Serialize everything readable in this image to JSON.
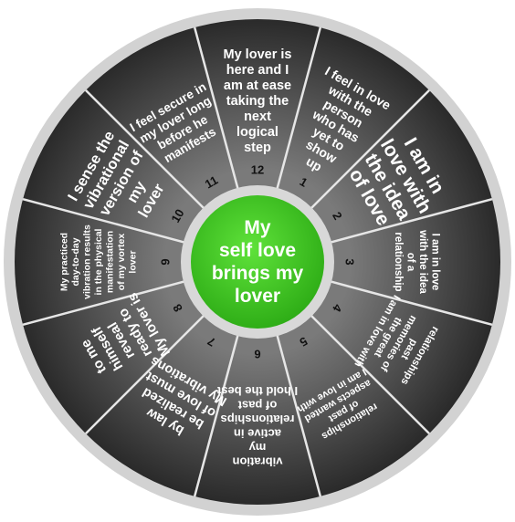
{
  "center": {
    "lines": [
      "My",
      "self love",
      "brings my",
      "lover"
    ]
  },
  "segments": [
    {
      "number": "12",
      "lines": [
        "My lover is",
        "here and I",
        "am at ease",
        "taking the",
        "next",
        "logical",
        "step"
      ]
    },
    {
      "number": "1",
      "lines": [
        "I feel in love",
        "with the",
        "person",
        "who has",
        "yet to",
        "show",
        "up"
      ]
    },
    {
      "number": "2",
      "lines": [
        "I am in",
        "love with",
        "the idea",
        "of love"
      ]
    },
    {
      "number": "3",
      "lines": [
        "I am in love",
        "with the idea",
        "of a",
        "relationship"
      ]
    },
    {
      "number": "4",
      "lines": [
        "relationships",
        "past",
        "memories of",
        "the great",
        "I am in love with"
      ]
    },
    {
      "number": "5",
      "lines": [
        "relationships",
        "of past",
        "aspects wanted",
        "I am in love with"
      ]
    },
    {
      "number": "6",
      "lines": [
        "vibration",
        "my",
        "active in",
        "relationships",
        "of past",
        "I hold the best"
      ]
    },
    {
      "number": "7",
      "lines": [
        "by law",
        "be realized",
        "of love must",
        "My vibrations"
      ]
    },
    {
      "number": "8",
      "lines": [
        "to me",
        "himself",
        "reveal",
        "ready to",
        "My lover is"
      ]
    },
    {
      "number": "9",
      "lines": [
        "My practiced",
        "day-to-day",
        "vibration results",
        "in the physical",
        "manifestation",
        "of my vortex",
        "lover"
      ]
    },
    {
      "number": "10",
      "lines": [
        "I sense the",
        "vibrational",
        "version of",
        "my",
        "lover"
      ]
    },
    {
      "number": "11",
      "lines": [
        "I feel secure in",
        "my lover long",
        "before he",
        "manifests"
      ]
    }
  ],
  "colors": {
    "background": "#ffffff",
    "outer_ring": "#d2d2d2",
    "wheel_dark": "#2e2e2e",
    "wheel_light": "#6e6e6e",
    "divider": "#e6e6e6",
    "center_green": "#3ec321",
    "center_ring": "#d8d8d8"
  }
}
